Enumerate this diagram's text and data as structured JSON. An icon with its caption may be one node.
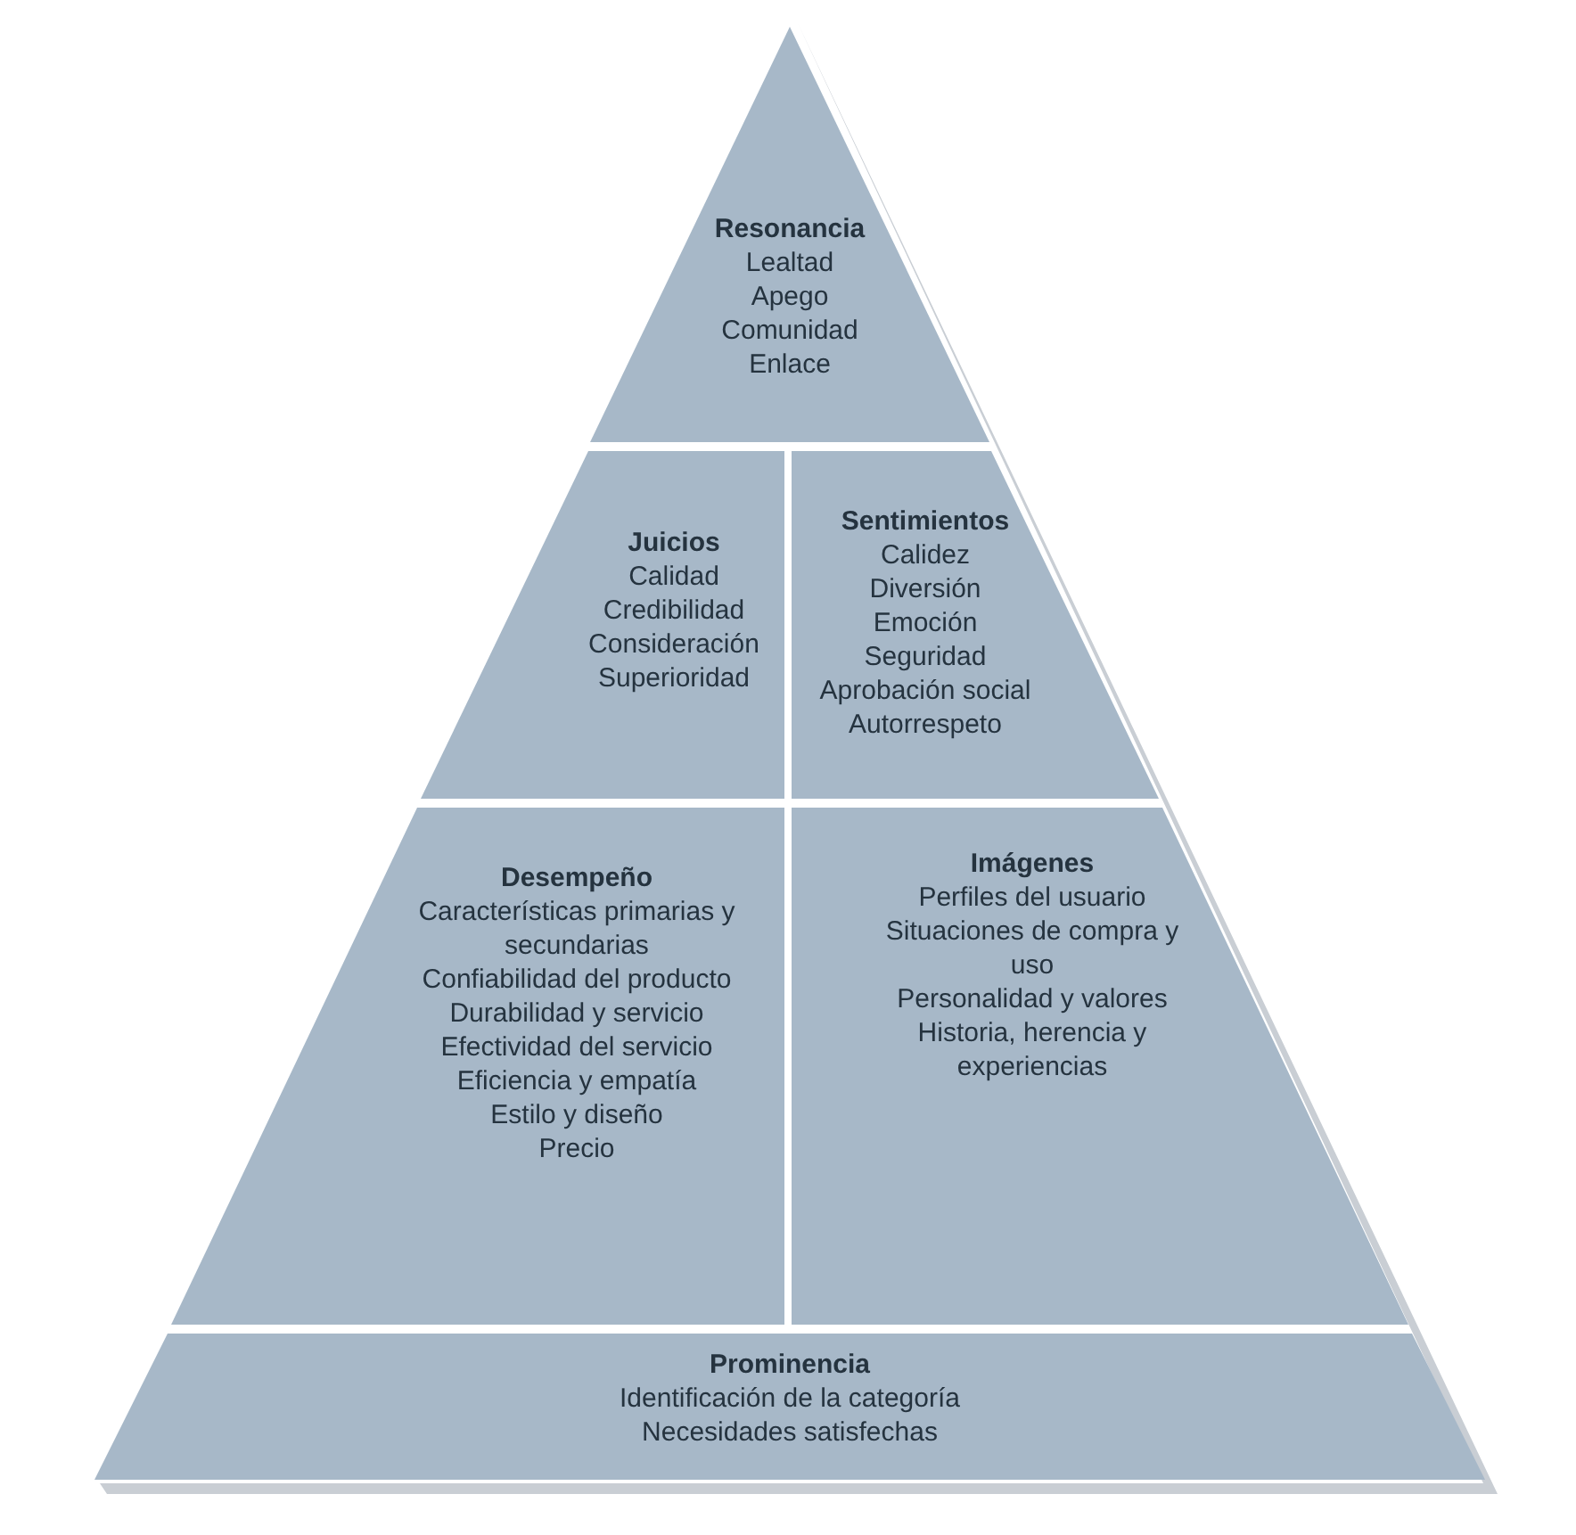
{
  "diagram": {
    "nodes": [
      {
        "text": [
          "Resonancia",
          "Lealtad",
          "Apego",
          "Comunidad",
          "Enlace"
        ]
      },
      {
        "text": [
          "Juicios",
          "Calidad",
          "Credibilidad",
          "Consideración",
          "Superioridad"
        ]
      },
      {
        "text": [
          "Sentimientos",
          "Calidez",
          "Diversión",
          "Emoción",
          "Seguridad",
          "Aprobación social",
          "Autorrespeto"
        ]
      },
      {
        "text": [
          "Desempeño",
          "Características primarias y secundarias",
          "Confiabilidad del producto",
          "Durabilidad y servicio",
          "Efectividad del servicio",
          "Eficiencia y empatía",
          "Estilo y diseño",
          "Precio"
        ]
      },
      {
        "text": [
          "Imágenes",
          "Perfiles del usuario",
          "Situaciones de compra y uso",
          "Personalidad y valores",
          "Historia, herencia y experiencias"
        ]
      },
      {
        "text": [
          "Prominencia",
          "Identificación de la categoría",
          "Necesidades satisfechas"
        ]
      }
    ]
  }
}
